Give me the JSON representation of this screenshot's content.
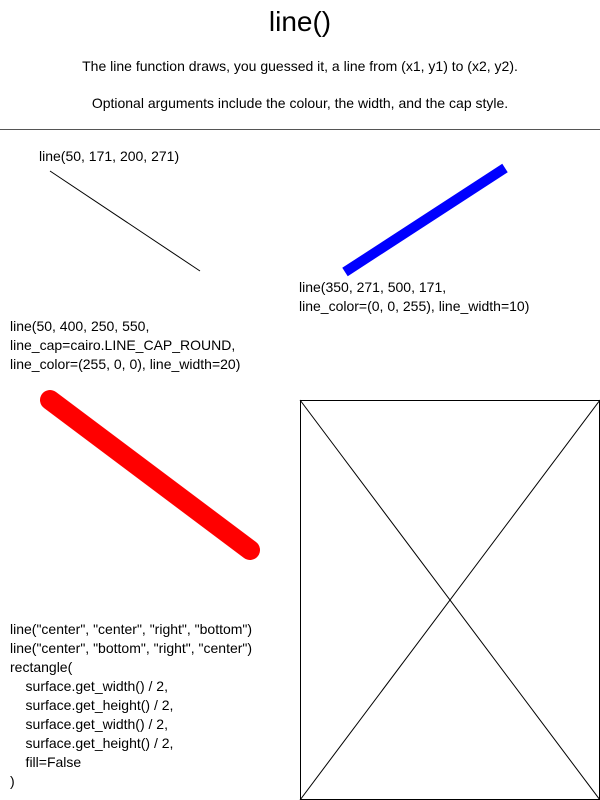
{
  "header": {
    "title": "line()",
    "description_1": "The line function draws, you guessed it, a line from (x1, y1) to (x2, y2).",
    "description_2": "Optional arguments include the colour, the width, and the cap style."
  },
  "examples": {
    "basic": {
      "code": "line(50, 171, 200, 271)",
      "color": "#000000"
    },
    "blue": {
      "code": "line(350, 271, 500, 171,\nline_color=(0, 0, 255), line_width=10)",
      "color": "#0000ff"
    },
    "red": {
      "code": "line(50, 400, 250, 550,\nline_cap=cairo.LINE_CAP_ROUND,\nline_color=(255, 0, 0), line_width=20)",
      "color": "#ff0000"
    },
    "cross": {
      "code": "line(\"center\", \"center\", \"right\", \"bottom\")\nline(\"center\", \"bottom\", \"right\", \"center\")\nrectangle(\n    surface.get_width() / 2,\n    surface.get_height() / 2,\n    surface.get_width() / 2,\n    surface.get_height() / 2,\n    fill=False\n)",
      "color": "#000000"
    }
  }
}
